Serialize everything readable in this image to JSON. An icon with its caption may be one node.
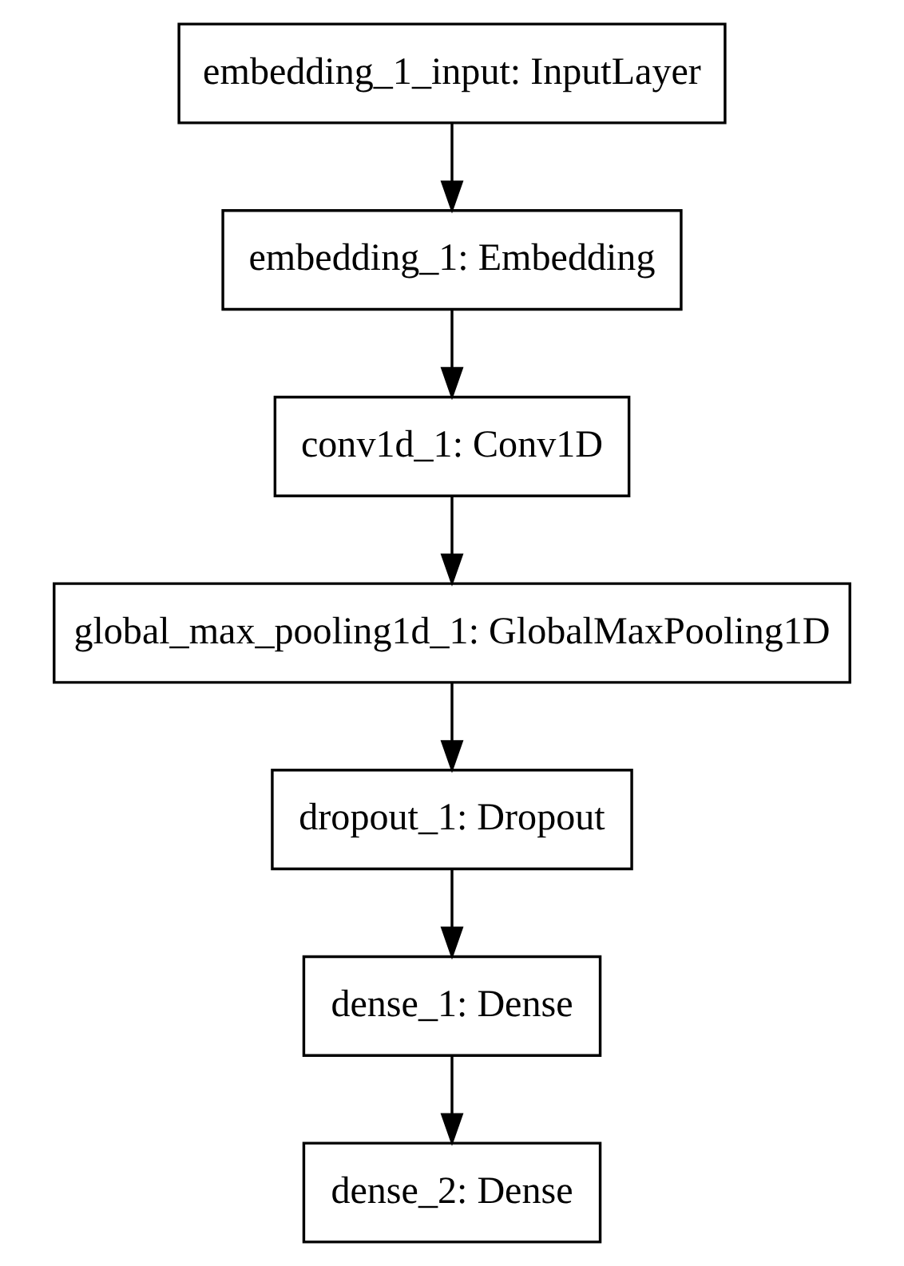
{
  "diagram": {
    "nodes": [
      {
        "text": [
          "embedding_1_input: InputLayer"
        ]
      },
      {
        "text": [
          "embedding_1: Embedding"
        ]
      },
      {
        "text": [
          "conv1d_1: Conv1D"
        ]
      },
      {
        "text": [
          "global_max_pooling1d_1: GlobalMaxPooling1D"
        ]
      },
      {
        "text": [
          "dropout_1: Dropout"
        ]
      },
      {
        "text": [
          "dense_1: Dense"
        ]
      },
      {
        "text": [
          "dense_2: Dense"
        ]
      }
    ],
    "edges": [
      {
        "from": 0,
        "to": 1,
        "arrow": "to"
      },
      {
        "from": 1,
        "to": 2,
        "arrow": "to"
      },
      {
        "from": 2,
        "to": 3,
        "arrow": "to"
      },
      {
        "from": 3,
        "to": 4,
        "arrow": "to"
      },
      {
        "from": 4,
        "to": 5,
        "arrow": "to"
      },
      {
        "from": 5,
        "to": 6,
        "arrow": "to"
      }
    ]
  }
}
